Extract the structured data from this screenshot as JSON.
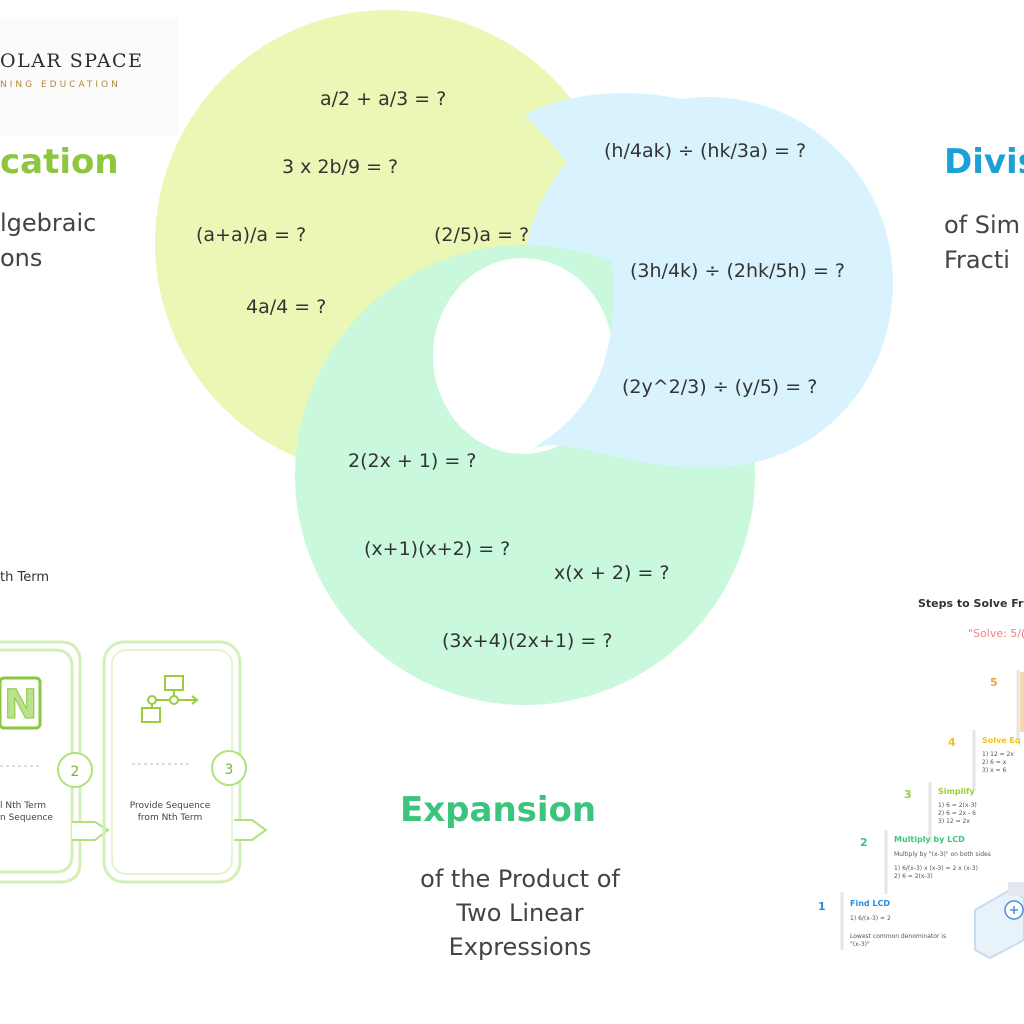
{
  "logo": {
    "title": "OLAR SPACE",
    "subtitle": "NING EDUCATION"
  },
  "categories": {
    "multiplication": {
      "title": "cation",
      "desc_line1": "lgebraic",
      "desc_line2": "ons",
      "color": "#8dc63f"
    },
    "division": {
      "title": "Divis",
      "desc_line1": "of Sim",
      "desc_line2": "Fracti",
      "color": "#1ba1d8"
    },
    "expansion": {
      "title": "Expansion",
      "desc_line1": "of the Product of",
      "desc_line2": "Two Linear",
      "desc_line3": "Expressions",
      "color": "#3cc47c"
    }
  },
  "equations": {
    "yellow": [
      "a/2 + a/3 = ?",
      "3 x 2b/9 = ?",
      "(a+a)/a = ?",
      "(2/5)a = ?",
      "4a/4 = ?"
    ],
    "blue": [
      "(h/4ak) ÷ (hk/3a) = ?",
      "(3h/4k) ÷ (2hk/5h) = ?",
      "(2y^2/3) ÷ (y/5) = ?"
    ],
    "green": [
      "2(2x + 1) = ?",
      "(x+1)(x+2) = ?",
      "x(x + 2) = ?",
      "(3x+4)(2x+1) = ?"
    ]
  },
  "circle_colors": {
    "yellow": "#eaf7b5",
    "blue": "#d9f3fe",
    "green": "#c9f8dc"
  },
  "nth_term_panel": {
    "title": "th Term",
    "badge_2": "2",
    "badge_3": "3",
    "step2_line1": "l Nth Term",
    "step2_line2": "n Sequence",
    "step3_line1": "Provide Sequence",
    "step3_line2": "from Nth Term",
    "accent": "#aee27a"
  },
  "fraction_steps_panel": {
    "title": "Steps to Solve Fr",
    "subtitle": "\"Solve: 5/(",
    "steps": [
      {
        "num": "5",
        "label": "",
        "color": "#f2a33a"
      },
      {
        "num": "4",
        "label": "Solve Eq",
        "lines": [
          "1) 12 = 2x",
          "2) 6 = x",
          "3) x = 6"
        ],
        "color": "#f0c419"
      },
      {
        "num": "3",
        "label": "Simplify",
        "lines": [
          "1) 6 = 2(x-3)",
          "2) 6 = 2x - 6",
          "3) 12 = 2x"
        ],
        "color": "#9ccc3a"
      },
      {
        "num": "2",
        "label": "Multiply by LCD",
        "lines": [
          "Multiply by \"(x-3)\" on both sides",
          "1) 6/(x-3) x (x-3) = 2 x (x-3)",
          "2) 6 = 2(x-3)"
        ],
        "color": "#3cc47c"
      },
      {
        "num": "1",
        "label": "Find LCD",
        "lines": [
          "1) 6/(x-3) = 2",
          "Lowest common denominator is",
          "\"(x-3)\""
        ],
        "color": "#2a8cd8"
      }
    ]
  }
}
